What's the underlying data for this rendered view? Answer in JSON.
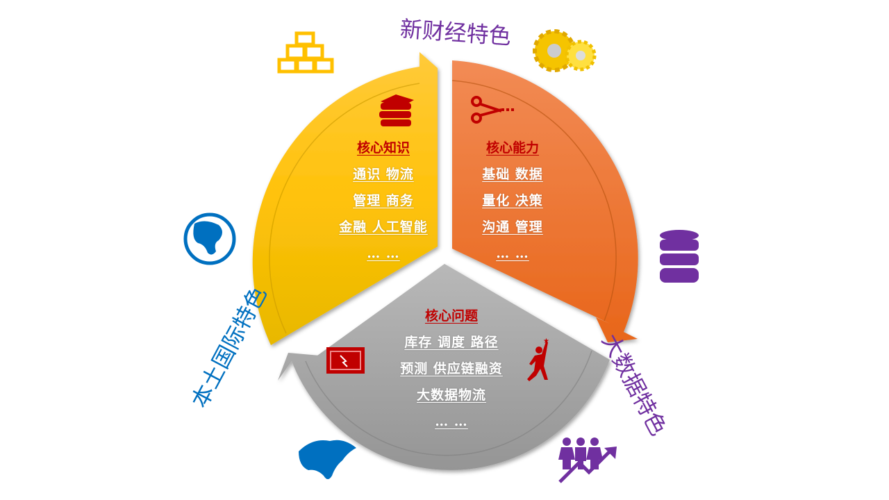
{
  "colors": {
    "yellow": "#f9c30c",
    "orange": "#f07a28",
    "gray": "#a6a6a6",
    "red": "#c00000",
    "purple": "#7030a0",
    "blue": "#0070c0",
    "gold": "#ffc000"
  },
  "labels": {
    "top": "新财经特色",
    "right": "大数据特色",
    "left": "本土国际特色"
  },
  "knowledge": {
    "title": "核心知识",
    "items": [
      "通识 物流",
      "管理 商务",
      "金融 人工智能",
      "… …"
    ]
  },
  "ability": {
    "title": "核心能力",
    "items": [
      "基础 数据",
      "量化 决策",
      "沟通 管理",
      "… …"
    ]
  },
  "problem": {
    "title": "核心问题",
    "items": [
      "库存 调度 路径",
      "预测 供应链融资",
      "大数据物流",
      "… …"
    ]
  },
  "icons": [
    "gold-bars-icon",
    "gears-icon",
    "globe-icon",
    "database-icon",
    "asia-map-icon",
    "people-growth-icon",
    "books-icon",
    "scissors-icon",
    "tablet-icon",
    "reaching-person-icon"
  ]
}
